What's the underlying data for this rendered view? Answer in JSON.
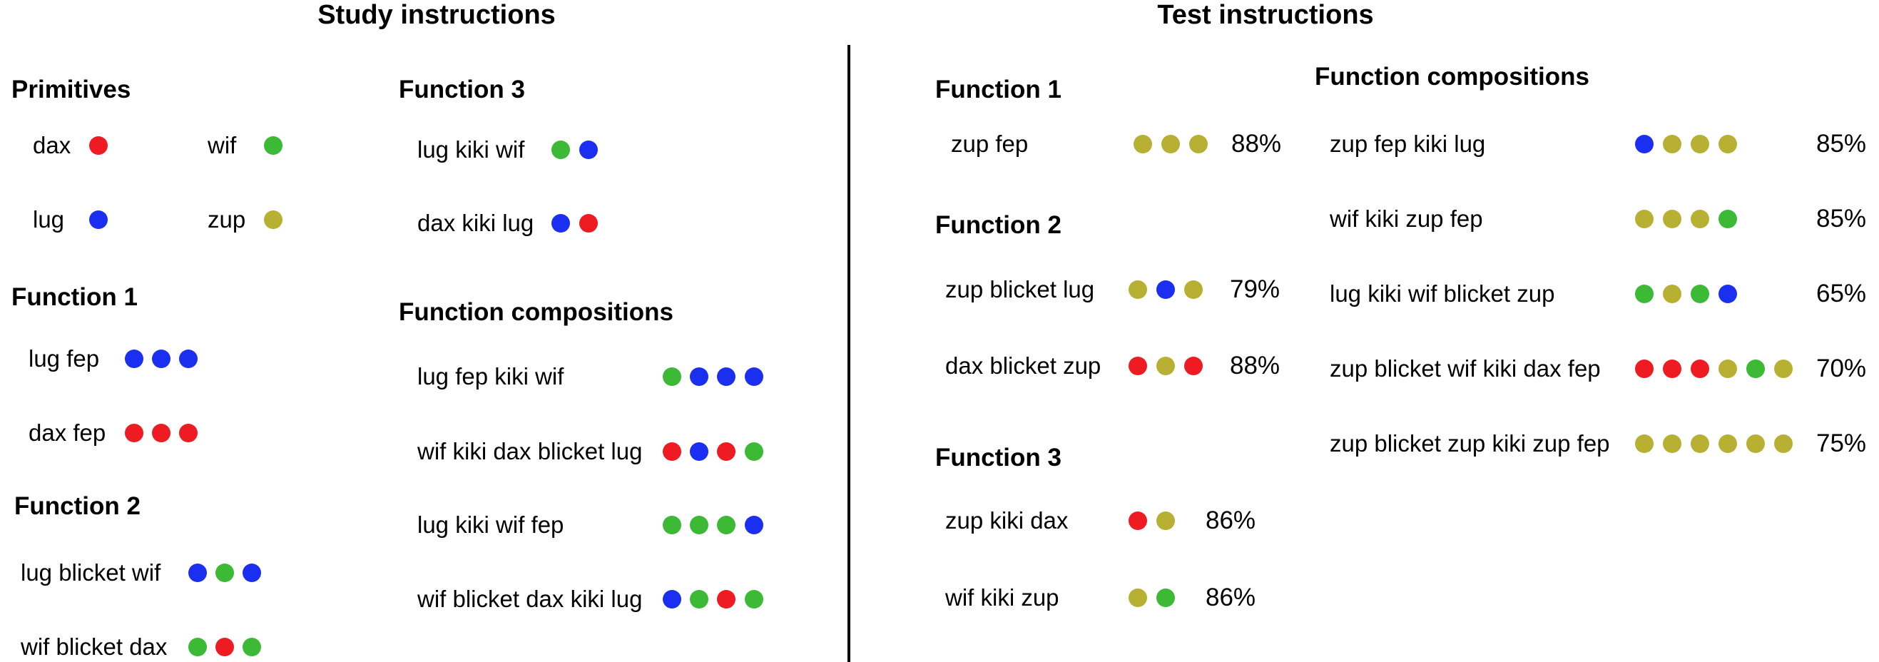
{
  "colors": {
    "red": "#ee1c22",
    "green": "#3cb935",
    "blue": "#1b2ff0",
    "yellow": "#b7b032"
  },
  "titles": {
    "study": "Study instructions",
    "test": "Test instructions"
  },
  "study": {
    "primitives": {
      "heading": "Primitives",
      "items": [
        {
          "text": "dax",
          "dots": [
            "red"
          ]
        },
        {
          "text": "wif",
          "dots": [
            "green"
          ]
        },
        {
          "text": "lug",
          "dots": [
            "blue"
          ]
        },
        {
          "text": "zup",
          "dots": [
            "yellow"
          ]
        }
      ]
    },
    "function1": {
      "heading": "Function 1",
      "items": [
        {
          "text": "lug fep",
          "dots": [
            "blue",
            "blue",
            "blue"
          ]
        },
        {
          "text": "dax fep",
          "dots": [
            "red",
            "red",
            "red"
          ]
        }
      ]
    },
    "function2": {
      "heading": "Function 2",
      "items": [
        {
          "text": "lug blicket wif",
          "dots": [
            "blue",
            "green",
            "blue"
          ]
        },
        {
          "text": "wif blicket dax",
          "dots": [
            "green",
            "red",
            "green"
          ]
        }
      ]
    },
    "function3": {
      "heading": "Function 3",
      "items": [
        {
          "text": "lug kiki wif",
          "dots": [
            "green",
            "blue"
          ]
        },
        {
          "text": "dax kiki lug",
          "dots": [
            "blue",
            "red"
          ]
        }
      ]
    },
    "compositions": {
      "heading": "Function compositions",
      "items": [
        {
          "text": "lug fep kiki wif",
          "dots": [
            "green",
            "blue",
            "blue",
            "blue"
          ]
        },
        {
          "text": "wif kiki dax blicket lug",
          "dots": [
            "red",
            "blue",
            "red",
            "green"
          ]
        },
        {
          "text": "lug kiki wif fep",
          "dots": [
            "green",
            "green",
            "green",
            "blue"
          ]
        },
        {
          "text": "wif blicket dax kiki lug",
          "dots": [
            "blue",
            "green",
            "red",
            "green"
          ]
        }
      ]
    }
  },
  "test": {
    "function1": {
      "heading": "Function 1",
      "items": [
        {
          "text": "zup fep",
          "dots": [
            "yellow",
            "yellow",
            "yellow"
          ],
          "percent": "88%"
        }
      ]
    },
    "function2": {
      "heading": "Function 2",
      "items": [
        {
          "text": "zup blicket lug",
          "dots": [
            "yellow",
            "blue",
            "yellow"
          ],
          "percent": "79%"
        },
        {
          "text": "dax blicket zup",
          "dots": [
            "red",
            "yellow",
            "red"
          ],
          "percent": "88%"
        }
      ]
    },
    "function3": {
      "heading": "Function 3",
      "items": [
        {
          "text": "zup kiki dax",
          "dots": [
            "red",
            "yellow"
          ],
          "percent": "86%"
        },
        {
          "text": "wif kiki zup",
          "dots": [
            "yellow",
            "green"
          ],
          "percent": "86%"
        }
      ]
    },
    "compositions": {
      "heading": "Function compositions",
      "items": [
        {
          "text": "zup fep kiki lug",
          "dots": [
            "blue",
            "yellow",
            "yellow",
            "yellow"
          ],
          "percent": "85%"
        },
        {
          "text": "wif kiki zup fep",
          "dots": [
            "yellow",
            "yellow",
            "yellow",
            "green"
          ],
          "percent": "85%"
        },
        {
          "text": "lug kiki wif blicket zup",
          "dots": [
            "green",
            "yellow",
            "green",
            "blue"
          ],
          "percent": "65%"
        },
        {
          "text": "zup blicket wif kiki dax fep",
          "dots": [
            "red",
            "red",
            "red",
            "yellow",
            "green",
            "yellow"
          ],
          "percent": "70%"
        },
        {
          "text": "zup blicket zup kiki zup fep",
          "dots": [
            "yellow",
            "yellow",
            "yellow",
            "yellow",
            "yellow",
            "yellow"
          ],
          "percent": "75%"
        }
      ]
    }
  }
}
